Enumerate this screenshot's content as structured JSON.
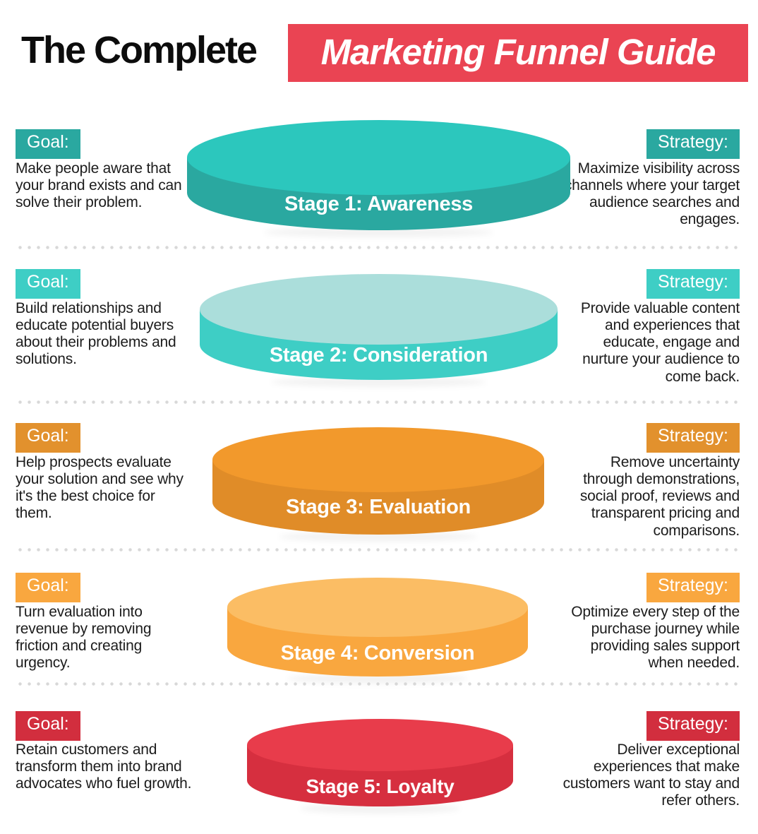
{
  "header": {
    "title_prefix": "The Complete",
    "title_highlight": "Marketing Funnel Guide",
    "highlight_bg": "#ea4453"
  },
  "labels": {
    "goal": "Goal:",
    "strategy": "Strategy:"
  },
  "divider_color": "#d8d8d8",
  "stages": [
    {
      "name": "Stage 1: Awareness",
      "goal": "Make people aware that your brand exists and can solve their problem.",
      "strategy": "Maximize visibility across channels where your target audience searches and engages.",
      "colors": {
        "top": "#2cc7bd",
        "side": "#2aa8a0",
        "badge": "#2aa8a0"
      }
    },
    {
      "name": "Stage 2: Consideration",
      "goal": "Build relationships and educate potential buyers about their problems and solutions.",
      "strategy": "Provide valuable content and experiences that educate, engage and nurture your audience to come back.",
      "colors": {
        "top": "#abdedb",
        "side": "#3ecec5",
        "badge": "#3ecec5"
      }
    },
    {
      "name": "Stage 3: Evaluation",
      "goal": "Help prospects evaluate your solution and see why it's the best choice for them.",
      "strategy": "Remove uncertainty through demonstrations, social proof, reviews and transparent pricing and comparisons.",
      "colors": {
        "top": "#f2992c",
        "side": "#e08c28",
        "badge": "#e2912d"
      }
    },
    {
      "name": "Stage 4: Conversion",
      "goal": "Turn evaluation into revenue by removing friction and creating urgency.",
      "strategy": "Optimize every step of the purchase journey while providing sales support when needed.",
      "colors": {
        "top": "#fbbd64",
        "side": "#f9a73f",
        "badge": "#f9a73f"
      }
    },
    {
      "name": "Stage 5: Loyalty",
      "goal": "Retain customers and transform them into brand advocates who fuel growth.",
      "strategy": "Deliver exceptional experiences that make customers want to stay and refer others.",
      "colors": {
        "top": "#e83c4b",
        "side": "#d62f3f",
        "badge": "#d22e3e"
      }
    }
  ]
}
